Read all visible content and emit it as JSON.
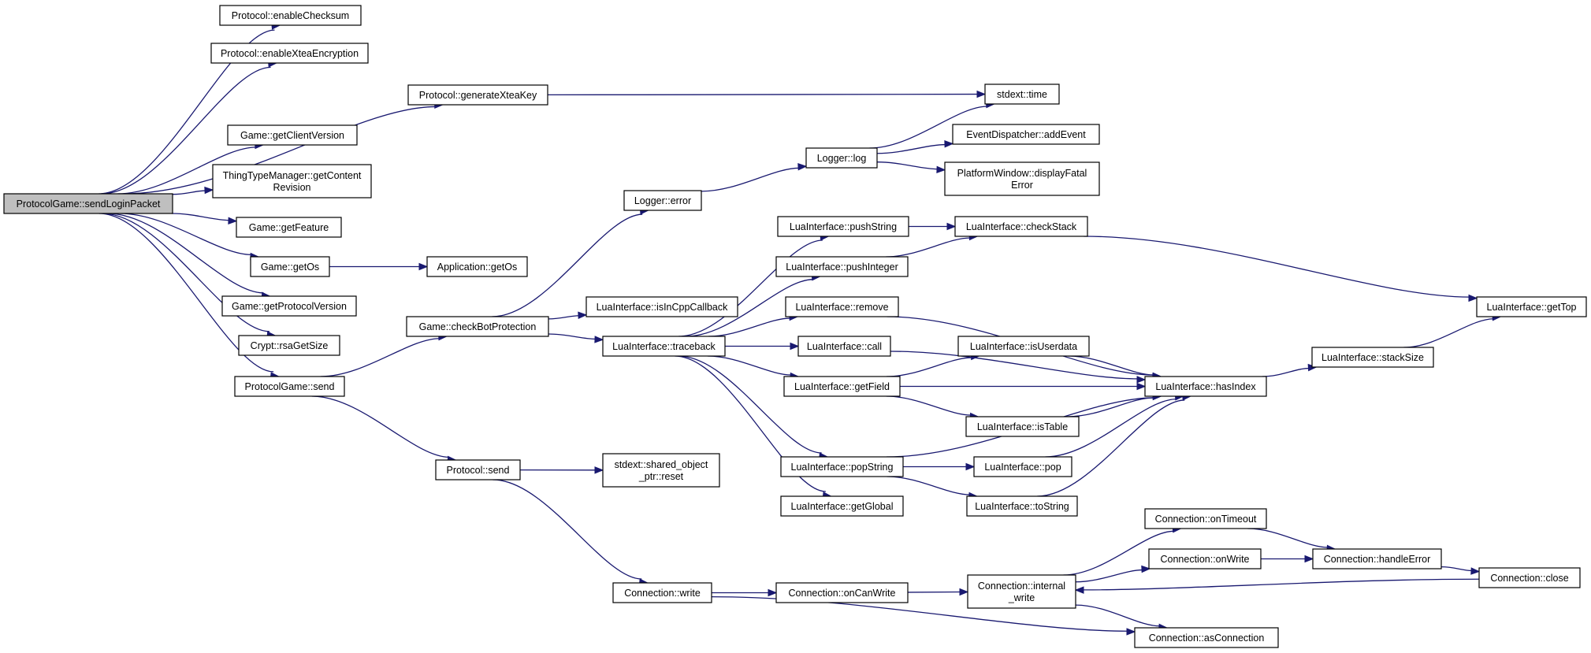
{
  "diagram": {
    "title": "",
    "root": "n0",
    "nodes": [
      {
        "id": "n0",
        "lines": [
          "ProtocolGame::sendLoginPacket"
        ]
      },
      {
        "id": "n1",
        "lines": [
          "Protocol::enableChecksum"
        ]
      },
      {
        "id": "n2",
        "lines": [
          "Protocol::enableXteaEncryption"
        ]
      },
      {
        "id": "n3",
        "lines": [
          "Protocol::generateXteaKey"
        ]
      },
      {
        "id": "n4",
        "lines": [
          "Game::getClientVersion"
        ]
      },
      {
        "id": "n5",
        "lines": [
          "ThingTypeManager::getContent",
          "Revision"
        ]
      },
      {
        "id": "n6",
        "lines": [
          "Game::getFeature"
        ]
      },
      {
        "id": "n7",
        "lines": [
          "Game::getOs"
        ]
      },
      {
        "id": "n8",
        "lines": [
          "Game::getProtocolVersion"
        ]
      },
      {
        "id": "n9",
        "lines": [
          "Crypt::rsaGetSize"
        ]
      },
      {
        "id": "n10",
        "lines": [
          "ProtocolGame::send"
        ]
      },
      {
        "id": "n11",
        "lines": [
          "stdext::time"
        ]
      },
      {
        "id": "n12",
        "lines": [
          "Application::getOs"
        ]
      },
      {
        "id": "n13",
        "lines": [
          "Game::checkBotProtection"
        ]
      },
      {
        "id": "n14",
        "lines": [
          "Protocol::send"
        ]
      },
      {
        "id": "n15",
        "lines": [
          "Logger::error"
        ]
      },
      {
        "id": "n16",
        "lines": [
          "LuaInterface::isInCppCallback"
        ]
      },
      {
        "id": "n17",
        "lines": [
          "LuaInterface::traceback"
        ]
      },
      {
        "id": "n18",
        "lines": [
          "Logger::log"
        ]
      },
      {
        "id": "n19",
        "lines": [
          "EventDispatcher::addEvent"
        ]
      },
      {
        "id": "n20",
        "lines": [
          "PlatformWindow::displayFatal",
          "Error"
        ]
      },
      {
        "id": "n21",
        "lines": [
          "LuaInterface::pushString"
        ]
      },
      {
        "id": "n22",
        "lines": [
          "LuaInterface::pushInteger"
        ]
      },
      {
        "id": "n23",
        "lines": [
          "LuaInterface::checkStack"
        ]
      },
      {
        "id": "n24",
        "lines": [
          "LuaInterface::remove"
        ]
      },
      {
        "id": "n25",
        "lines": [
          "LuaInterface::call"
        ]
      },
      {
        "id": "n26",
        "lines": [
          "LuaInterface::getField"
        ]
      },
      {
        "id": "n27",
        "lines": [
          "LuaInterface::isUserdata"
        ]
      },
      {
        "id": "n28",
        "lines": [
          "LuaInterface::isTable"
        ]
      },
      {
        "id": "n29",
        "lines": [
          "LuaInterface::hasIndex"
        ]
      },
      {
        "id": "n30",
        "lines": [
          "LuaInterface::stackSize"
        ]
      },
      {
        "id": "n31",
        "lines": [
          "LuaInterface::getTop"
        ]
      },
      {
        "id": "n32",
        "lines": [
          "LuaInterface::popString"
        ]
      },
      {
        "id": "n33",
        "lines": [
          "LuaInterface::getGlobal"
        ]
      },
      {
        "id": "n34",
        "lines": [
          "LuaInterface::pop"
        ]
      },
      {
        "id": "n35",
        "lines": [
          "LuaInterface::toString"
        ]
      },
      {
        "id": "n36",
        "lines": [
          "stdext::shared_object",
          "_ptr::reset"
        ]
      },
      {
        "id": "n37",
        "lines": [
          "Connection::write"
        ]
      },
      {
        "id": "n38",
        "lines": [
          "Connection::onCanWrite"
        ]
      },
      {
        "id": "n39",
        "lines": [
          "Connection::internal",
          "_write"
        ]
      },
      {
        "id": "n40",
        "lines": [
          "Connection::onTimeout"
        ]
      },
      {
        "id": "n41",
        "lines": [
          "Connection::onWrite"
        ]
      },
      {
        "id": "n42",
        "lines": [
          "Connection::handleError"
        ]
      },
      {
        "id": "n43",
        "lines": [
          "Connection::close"
        ]
      },
      {
        "id": "n44",
        "lines": [
          "Connection::asConnection"
        ]
      }
    ],
    "edges": [
      [
        "n0",
        "n1"
      ],
      [
        "n0",
        "n2"
      ],
      [
        "n0",
        "n3"
      ],
      [
        "n0",
        "n4"
      ],
      [
        "n0",
        "n5"
      ],
      [
        "n0",
        "n6"
      ],
      [
        "n0",
        "n7"
      ],
      [
        "n0",
        "n8"
      ],
      [
        "n0",
        "n9"
      ],
      [
        "n0",
        "n10"
      ],
      [
        "n3",
        "n11"
      ],
      [
        "n7",
        "n12"
      ],
      [
        "n10",
        "n13"
      ],
      [
        "n10",
        "n14"
      ],
      [
        "n13",
        "n15"
      ],
      [
        "n13",
        "n16"
      ],
      [
        "n13",
        "n17"
      ],
      [
        "n15",
        "n18"
      ],
      [
        "n18",
        "n11"
      ],
      [
        "n18",
        "n19"
      ],
      [
        "n18",
        "n20"
      ],
      [
        "n17",
        "n21"
      ],
      [
        "n17",
        "n22"
      ],
      [
        "n17",
        "n24"
      ],
      [
        "n17",
        "n25"
      ],
      [
        "n17",
        "n26"
      ],
      [
        "n17",
        "n32"
      ],
      [
        "n17",
        "n33"
      ],
      [
        "n21",
        "n23"
      ],
      [
        "n22",
        "n23"
      ],
      [
        "n23",
        "n31"
      ],
      [
        "n24",
        "n29"
      ],
      [
        "n25",
        "n29"
      ],
      [
        "n26",
        "n27"
      ],
      [
        "n26",
        "n29"
      ],
      [
        "n26",
        "n28"
      ],
      [
        "n27",
        "n29"
      ],
      [
        "n28",
        "n29"
      ],
      [
        "n29",
        "n30"
      ],
      [
        "n30",
        "n31"
      ],
      [
        "n32",
        "n34"
      ],
      [
        "n32",
        "n35"
      ],
      [
        "n32",
        "n29"
      ],
      [
        "n34",
        "n29"
      ],
      [
        "n35",
        "n29"
      ],
      [
        "n14",
        "n36"
      ],
      [
        "n14",
        "n37"
      ],
      [
        "n37",
        "n38"
      ],
      [
        "n37",
        "n44"
      ],
      [
        "n38",
        "n39"
      ],
      [
        "n39",
        "n40"
      ],
      [
        "n39",
        "n41"
      ],
      [
        "n39",
        "n44"
      ],
      [
        "n40",
        "n42"
      ],
      [
        "n41",
        "n42"
      ],
      [
        "n42",
        "n43"
      ],
      [
        "n43",
        "n39"
      ]
    ]
  }
}
